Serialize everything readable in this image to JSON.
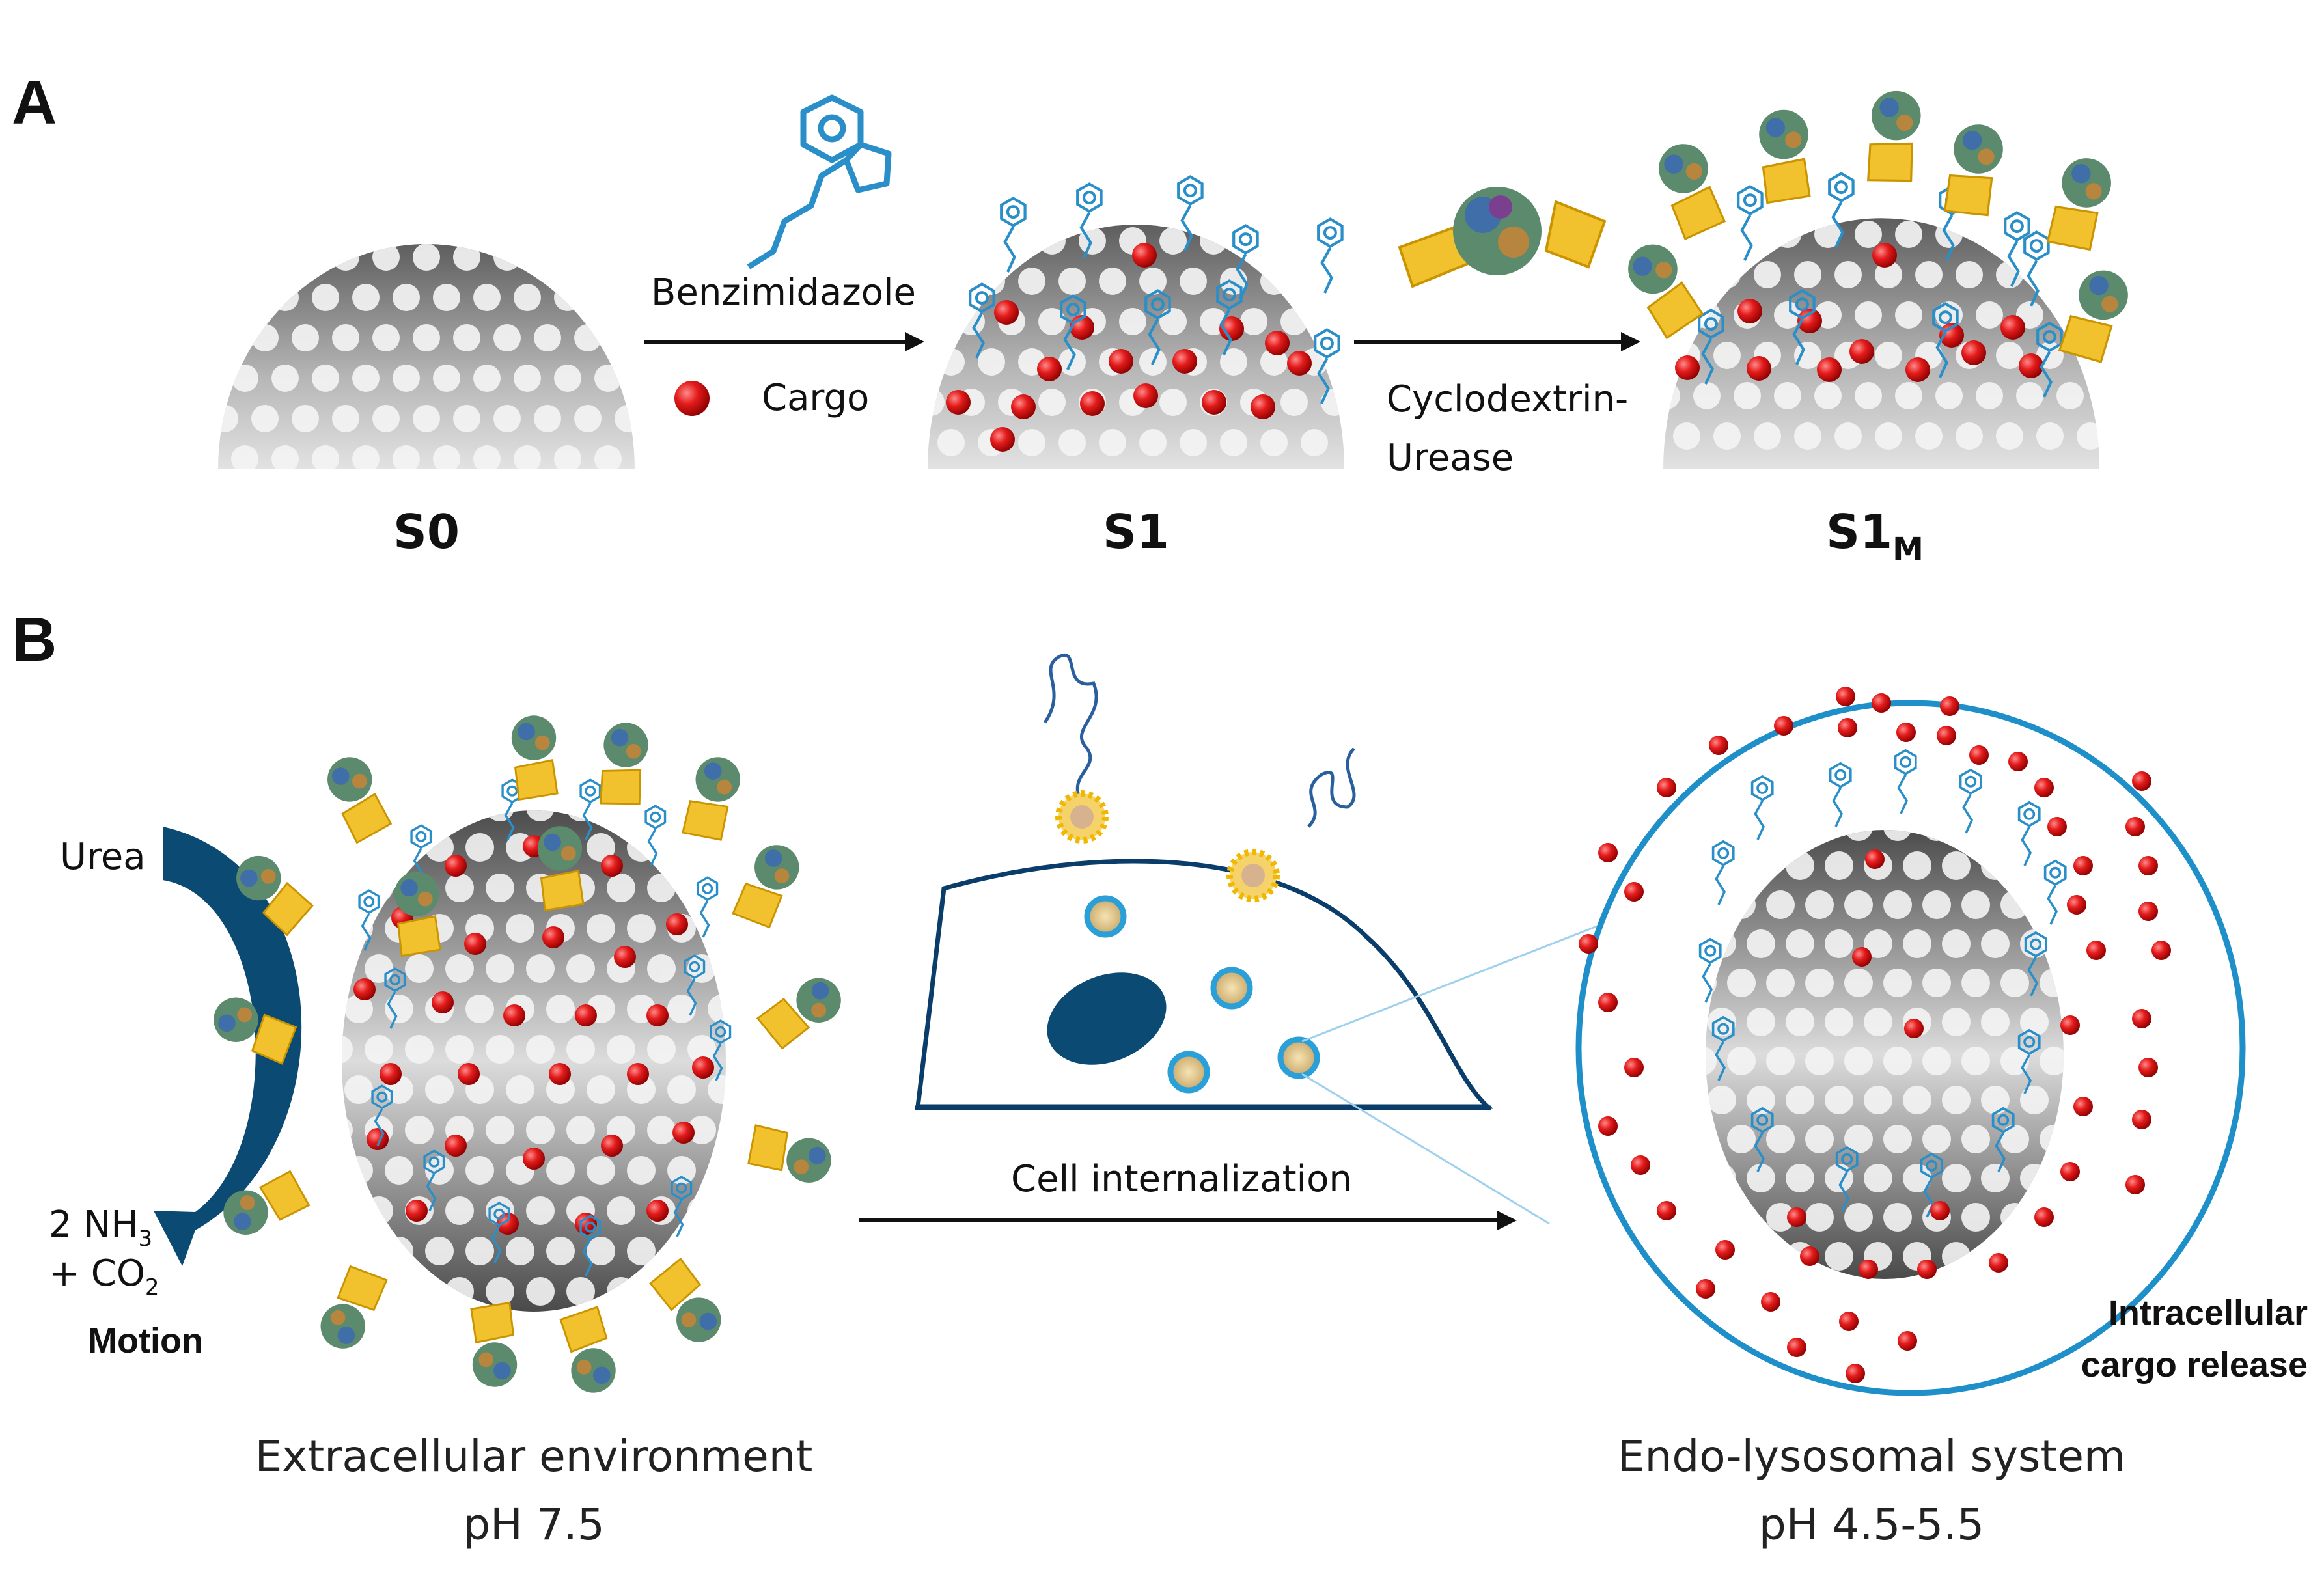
{
  "panels": {
    "a": "A",
    "b": "B"
  },
  "stages": {
    "s0": "S0",
    "s1": "S1",
    "s1m_main": "S1",
    "s1m_sub": "M"
  },
  "reagents": {
    "step1_top": "Benzimidazole",
    "step1_bottom": "Cargo",
    "step2_line1": "Cyclodextrin-",
    "step2_line2": "Urease"
  },
  "motion": {
    "input": "Urea",
    "output_line1_main": "2 NH",
    "output_line1_sub": "3",
    "output_line2_main": "+ CO",
    "output_line2_sub": "2",
    "label": "Motion"
  },
  "arrow_b": "Cell internalization",
  "captions": {
    "left_line1": "Extracellular environment",
    "left_line2": "pH 7.5",
    "right_line1": "Endo-lysosomal system",
    "right_line2": "pH 4.5-5.5",
    "release_line1": "Intracellular",
    "release_line2": "cargo release"
  },
  "colors": {
    "cargo": "#e31b1b",
    "linker": "#2a8fc9",
    "cyclodextrin": "#f2c12e",
    "motion_arrow": "#0b4a73",
    "cell_outline": "#0b3d6b",
    "zoom_circle": "#1e8fc9"
  }
}
